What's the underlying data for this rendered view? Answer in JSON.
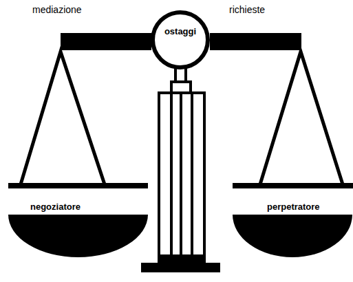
{
  "diagram": {
    "nodes": [
      {
        "text": [
          "ostaggi"
        ]
      },
      {
        "text": [
          "negoziatore"
        ]
      },
      {
        "text": [
          "perpetratore"
        ]
      }
    ],
    "labels": [
      "mediazione",
      "richieste"
    ]
  }
}
